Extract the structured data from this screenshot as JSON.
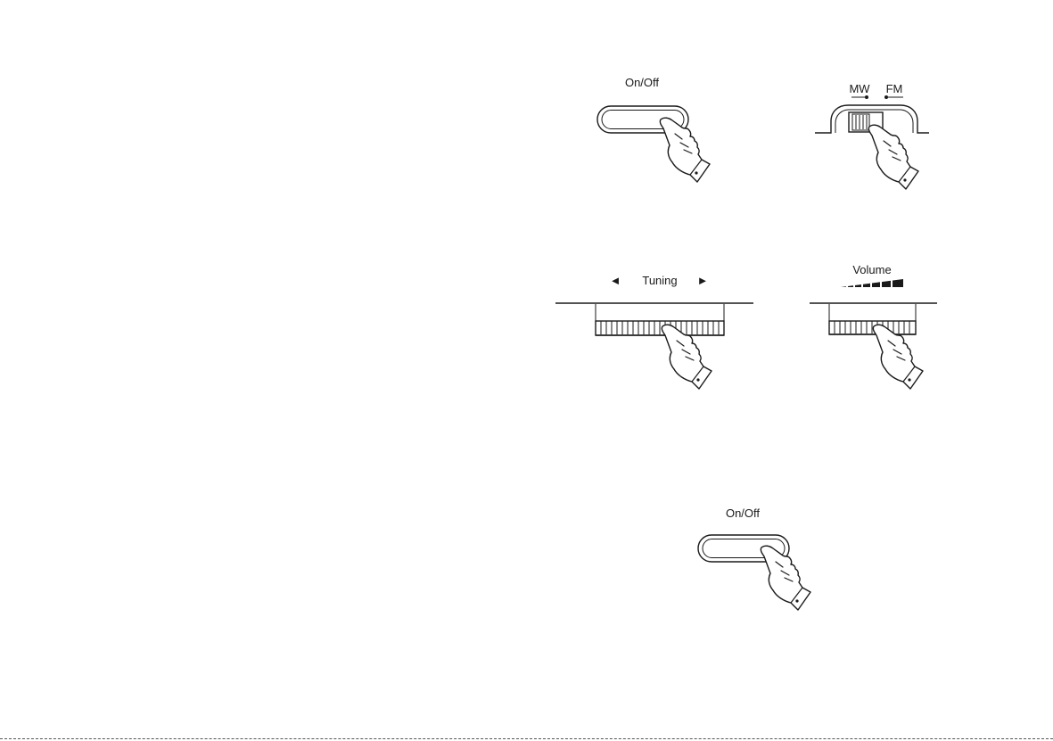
{
  "controls": {
    "power_top": {
      "label": "On/Off",
      "icon": "pressing-hand-icon"
    },
    "band_switch": {
      "label_left": "MW",
      "label_right": "FM",
      "icon": "pressing-hand-icon"
    },
    "tuning_dial": {
      "label": "Tuning",
      "arrow_left": "◄",
      "arrow_right": "►",
      "icon": "pressing-hand-icon"
    },
    "volume_dial": {
      "label": "Volume",
      "icon": "pressing-hand-icon"
    },
    "power_bottom": {
      "label": "On/Off",
      "icon": "pressing-hand-icon"
    }
  },
  "colors": {
    "ink": "#1a1a1a",
    "paper": "#ffffff"
  }
}
